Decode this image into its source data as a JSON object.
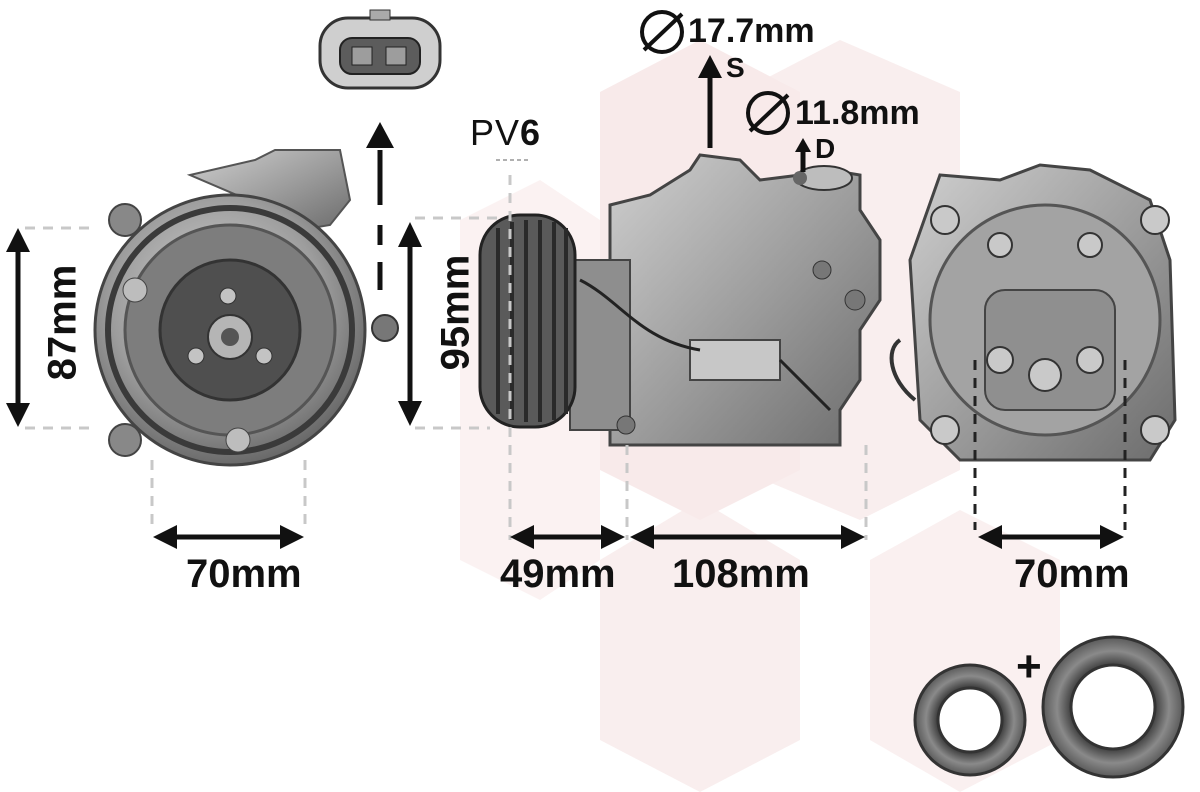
{
  "dimensions": {
    "front_width": "70mm",
    "front_height": "87mm",
    "side_height": "95mm",
    "pulley_length": "49mm",
    "body_length": "108mm",
    "rear_width": "70mm"
  },
  "pulley": {
    "label_prefix": "PV",
    "grooves": "6"
  },
  "ports": {
    "suction_diameter": "17.7mm",
    "suction_label": "S",
    "discharge_diameter": "11.8mm",
    "discharge_label": "D"
  },
  "seals": {
    "plus_sign": "+"
  },
  "colors": {
    "metal": "#9a9a9a",
    "metal_dark": "#3c3c3c",
    "line": "#111111",
    "watermark": "#f6e7e7"
  }
}
